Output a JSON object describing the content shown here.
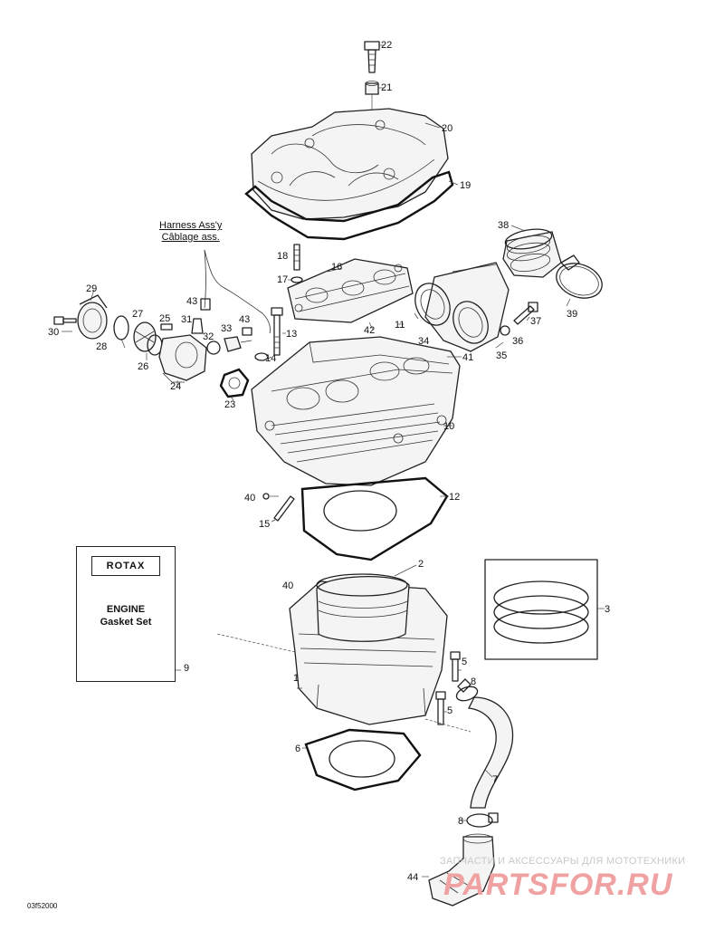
{
  "harness_label": {
    "line1": "Harness Ass'y",
    "line2": "Câblage ass."
  },
  "gasket_kit": {
    "logo": "ROTAX",
    "title_line1": "ENGINE",
    "title_line2": "Gasket Set",
    "item_number": "9"
  },
  "drawing_code": "03f52000",
  "watermark": {
    "text": "ЗАПЧАСТИ И АКСЕССУАРЫ ДЛЯ МОТОТЕХНИКИ",
    "logo": "PARTSFOR.RU"
  },
  "callouts": {
    "c22": "22",
    "c21": "21",
    "c20": "20",
    "c19": "19",
    "c38": "38",
    "c18": "18",
    "c16": "16",
    "c17": "17",
    "c43a": "43",
    "c29": "29",
    "c27": "27",
    "c25": "25",
    "c31": "31",
    "c30": "30",
    "c28": "28",
    "c26": "26",
    "c24": "24",
    "c32": "32",
    "c33": "33",
    "c43b": "43",
    "c23": "23",
    "c14": "14",
    "c13": "13",
    "c42": "42",
    "c11": "11",
    "c34": "34",
    "c35": "35",
    "c36": "36",
    "c37": "37",
    "c39": "39",
    "c41": "41",
    "c10": "10",
    "c40a": "40",
    "c15": "15",
    "c12": "12",
    "c40b": "40",
    "c2": "2",
    "c3": "3",
    "c1": "1",
    "c5a": "5",
    "c8a": "8",
    "c5b": "5",
    "c6": "6",
    "c7": "7",
    "c8b": "8",
    "c44": "44"
  }
}
